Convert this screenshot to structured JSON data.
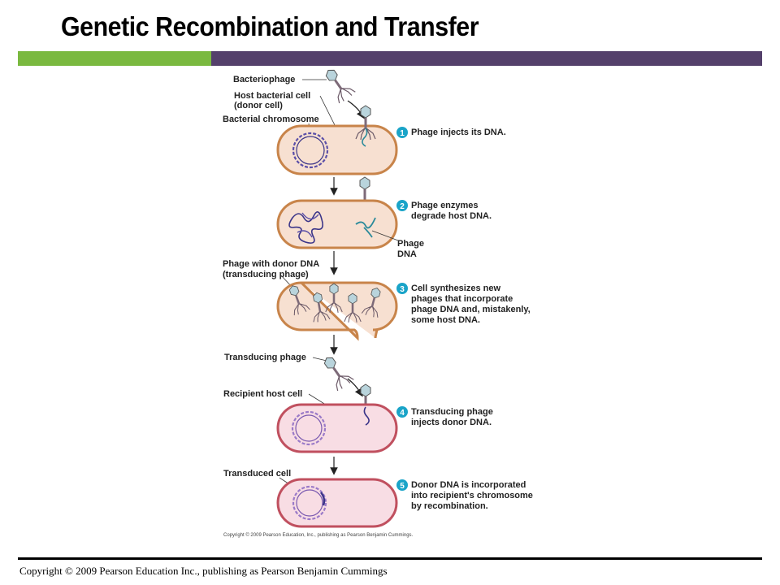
{
  "title": "Genetic Recombination and Transfer",
  "colors": {
    "green": "#7ab93f",
    "purple": "#54406b",
    "cell_donor": "#c8844a",
    "cell_recipient": "#c0505f",
    "step": "#1aa4c8"
  },
  "labels": {
    "bacteriophage": "Bacteriophage",
    "host_cell_1": "Host bacterial cell",
    "host_cell_2": "(donor cell)",
    "bacterial_chromosome": "Bacterial chromosome",
    "phage_dna_1": "Phage",
    "phage_dna_2": "DNA",
    "phage_donor_1": "Phage with donor DNA",
    "phage_donor_2": "(transducing phage)",
    "transducing_phage": "Transducing phage",
    "recipient": "Recipient host cell",
    "transduced": "Transduced cell"
  },
  "steps": [
    {
      "number": "1",
      "lines": [
        "Phage injects its DNA."
      ]
    },
    {
      "number": "2",
      "lines": [
        "Phage enzymes",
        "degrade host DNA."
      ]
    },
    {
      "number": "3",
      "lines": [
        "Cell synthesizes new",
        "phages that incorporate",
        "phage DNA and, mistakenly,",
        "some host DNA."
      ]
    },
    {
      "number": "4",
      "lines": [
        "Transducing phage",
        "injects donor DNA."
      ]
    },
    {
      "number": "5",
      "lines": [
        "Donor DNA is incorporated",
        "into recipient's chromosome",
        "by recombination."
      ]
    }
  ],
  "figure_copyright": "Copyright © 2009 Pearson Education, Inc., publishing as Pearson Benjamin Cummings.",
  "footer": "Copyright © 2009 Pearson Education Inc., publishing as Pearson Benjamin Cummings"
}
